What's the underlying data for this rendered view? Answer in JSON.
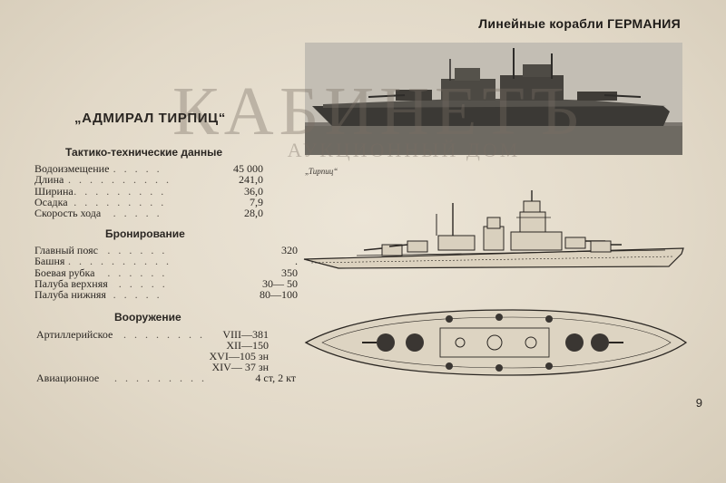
{
  "header": "Линейные корабли ГЕРМАНИЯ",
  "watermark": {
    "line1": "КАБИНЕТЪ",
    "line2": "АУКЦИОННЫЙ ДОМ"
  },
  "photo_caption": "„Тирпиц“",
  "ship_title": "„АДМИРАЛ ТИРПИЦ“",
  "specs": {
    "heading": "Тактико-технические данные",
    "rows": [
      {
        "label": "Водоизмещение",
        "value": "45 000"
      },
      {
        "label": "Длина",
        "value": "241,0"
      },
      {
        "label": "Ширина",
        "value": "36,0"
      },
      {
        "label": "Осадка",
        "value": "7,9"
      },
      {
        "label": "Скорость хода",
        "value": "28,0"
      }
    ]
  },
  "armor": {
    "heading": "Бронирование",
    "rows": [
      {
        "label": "Главный пояс",
        "value": "320"
      },
      {
        "label": "Башня",
        "value": "."
      },
      {
        "label": "Боевая рубка",
        "value": "350"
      },
      {
        "label": "Палуба верхняя",
        "value": "30— 50"
      },
      {
        "label": "Палуба нижняя",
        "value": "80—100"
      }
    ]
  },
  "armament": {
    "heading": "Вооружение",
    "artillery_label": "Артиллерийское",
    "artillery_values": [
      "VIII—381",
      "XII—150",
      "XVI—105 зн",
      "XIV— 37 зн"
    ],
    "aviation_label": "Авиационное",
    "aviation_value": "4 ст, 2 кт"
  },
  "page_number": "9"
}
